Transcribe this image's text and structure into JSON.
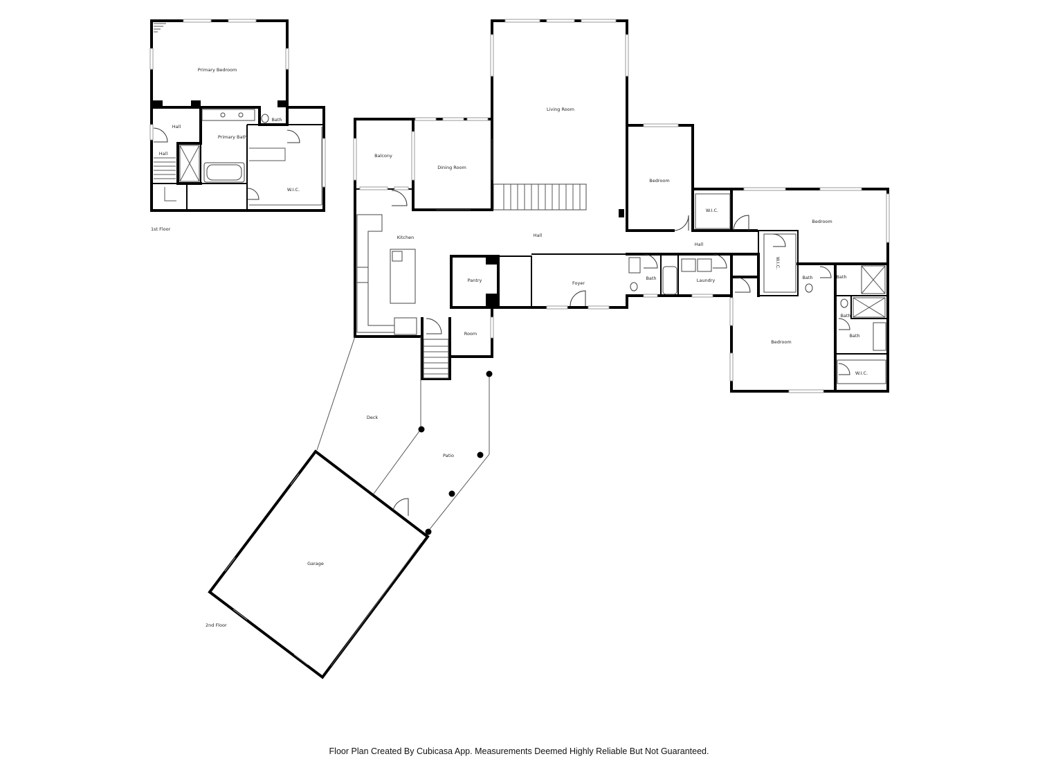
{
  "floors": [
    {
      "label": "1st Floor",
      "rooms": [
        {
          "id": "primary-bedroom",
          "label": "Primary Bedroom"
        },
        {
          "id": "hall-upper",
          "label": "Hall"
        },
        {
          "id": "primary-bath",
          "label": "Primary Bath"
        },
        {
          "id": "bath-1f",
          "label": "Bath"
        },
        {
          "id": "hall-lower",
          "label": "Hall"
        },
        {
          "id": "wic-1f",
          "label": "W.I.C."
        }
      ]
    },
    {
      "label": "2nd Floor",
      "rooms": [
        {
          "id": "living-room",
          "label": "Living Room"
        },
        {
          "id": "balcony",
          "label": "Balcony"
        },
        {
          "id": "dining-room",
          "label": "Dining Room"
        },
        {
          "id": "bedroom-1",
          "label": "Bedroom"
        },
        {
          "id": "wic-a",
          "label": "W.I.C."
        },
        {
          "id": "bedroom-2",
          "label": "Bedroom"
        },
        {
          "id": "kitchen",
          "label": "Kitchen"
        },
        {
          "id": "hall-main",
          "label": "Hall"
        },
        {
          "id": "hall-east",
          "label": "Hall"
        },
        {
          "id": "wic-b",
          "label": "W.I.C."
        },
        {
          "id": "pantry",
          "label": "Pantry"
        },
        {
          "id": "foyer",
          "label": "Foyer"
        },
        {
          "id": "bath-a",
          "label": "Bath"
        },
        {
          "id": "laundry",
          "label": "Laundry"
        },
        {
          "id": "bath-b",
          "label": "Bath"
        },
        {
          "id": "bath-c",
          "label": "Bath"
        },
        {
          "id": "bath-d",
          "label": "Bath"
        },
        {
          "id": "bath-e",
          "label": "Bath"
        },
        {
          "id": "room",
          "label": "Room"
        },
        {
          "id": "bedroom-3",
          "label": "Bedroom"
        },
        {
          "id": "wic-c",
          "label": "W.I.C."
        },
        {
          "id": "deck",
          "label": "Deck"
        },
        {
          "id": "patio",
          "label": "Patio"
        },
        {
          "id": "garage",
          "label": "Garage"
        }
      ]
    }
  ],
  "footer": "Floor Plan Created By Cubicasa App. Measurements Deemed Highly Reliable But Not Guaranteed."
}
